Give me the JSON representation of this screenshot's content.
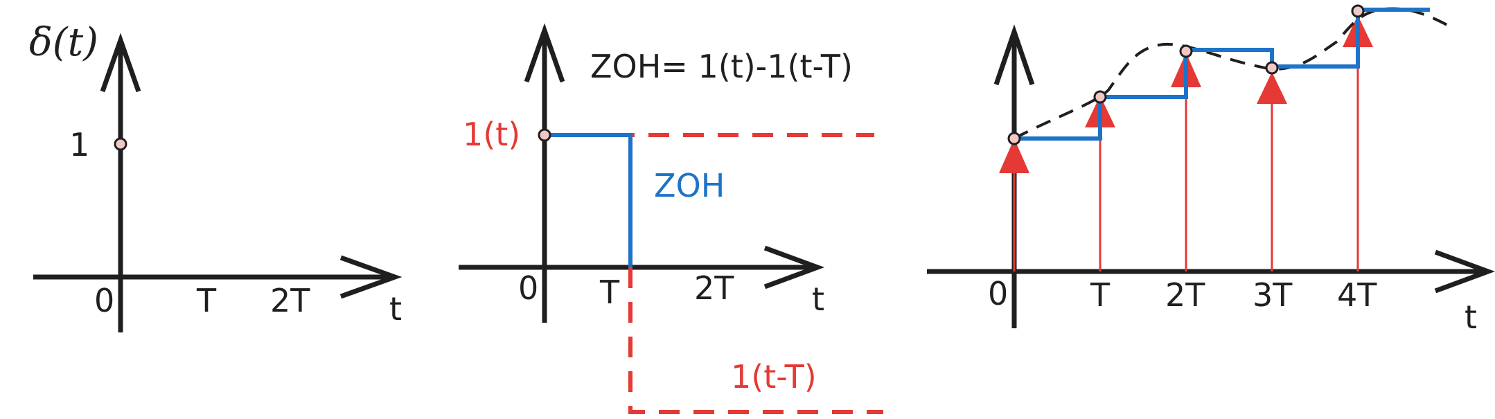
{
  "panel1": {
    "title": "δ(t)",
    "value_label": "1",
    "tick0": "0",
    "tickT": "T",
    "tick2T": "2T",
    "axis_label": "t"
  },
  "panel2": {
    "formula": "ZOH= 1(t)-1(t-T)",
    "step_label": "1(t)",
    "zoh_label": "ZOH",
    "delayed_step_label": "1(t-T)",
    "tick0": "0",
    "tickT": "T",
    "tick2T": "2T",
    "axis_label": "t"
  },
  "panel3": {
    "ticks": [
      "0",
      "T",
      "2T",
      "3T",
      "4T"
    ],
    "axis_label": "t"
  },
  "colors": {
    "axis": "#1f1f1f",
    "step": "#e53935",
    "zoh": "#1e73c8",
    "signal": "#1f1f1f",
    "sample_dot": "#f4c7c7"
  }
}
